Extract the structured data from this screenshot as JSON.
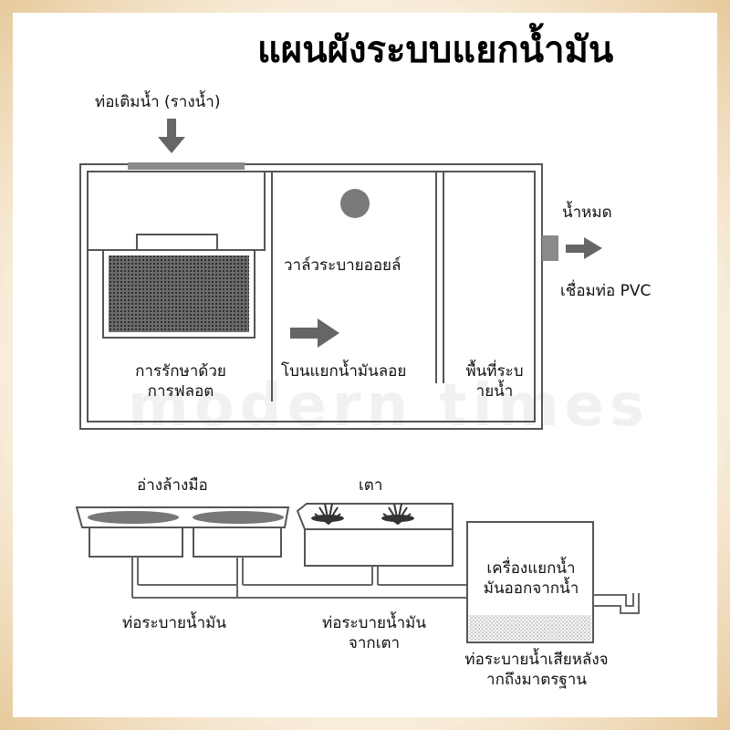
{
  "title": "แผนผังระบบแยกน้ำมัน",
  "watermark": "modern times",
  "colors": {
    "frame_outer": "#e3c28e",
    "frame_inner": "#fbf2e4",
    "line": "#555555",
    "label_text": "#111111",
    "arrow": "#666666",
    "filter_mesh": "#3a3a3a"
  },
  "labels": {
    "water_inlet": "ท่อเติมน้ำ (รางน้ำ)",
    "drain_out": "น้ำหมด",
    "pvc_connection": "เชื่อมท่อ PVC",
    "oil_valve": "วาล์วระบายออยล์",
    "float_oil_sep": "โบนแยกน้ำมันลอย",
    "float_treatment": [
      "การรักษาด้วย",
      "การฟลอต"
    ],
    "drain_area": [
      "พื้นที่ระบ",
      "ายน้ำ"
    ],
    "sink": "อ่างล้างมือ",
    "stove": "เตา",
    "grease_separator": [
      "เครื่องแยกน้ำ",
      "มันออกจากน้ำ"
    ],
    "oil_drain_pipe": "ท่อระบายน้ำมัน",
    "stove_drain_pipe": [
      "ท่อระบายน้ำมัน",
      "จากเตา"
    ],
    "waste_drain_pipe": [
      "ท่อระบายน้ำเสียหลังจ",
      "ากถึงมาตรฐาน"
    ]
  }
}
